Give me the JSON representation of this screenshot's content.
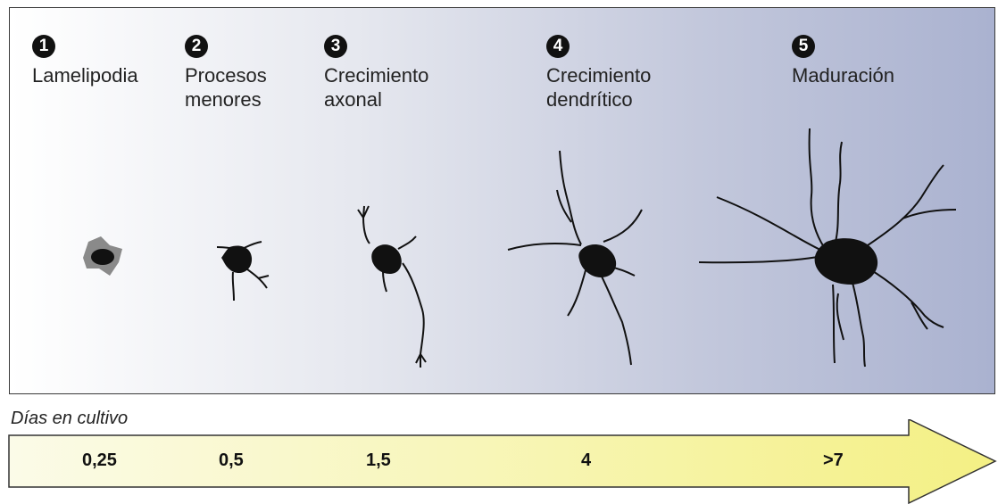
{
  "stages": [
    {
      "number": "1",
      "label": "Lamelipodia"
    },
    {
      "number": "2",
      "label": "Procesos\nmenores"
    },
    {
      "number": "3",
      "label": "Crecimiento\naxonal"
    },
    {
      "number": "4",
      "label": "Crecimiento\ndendrítico"
    },
    {
      "number": "5",
      "label": "Maduración"
    }
  ],
  "timeline": {
    "title": "Días en cultivo",
    "days": [
      "0,25",
      "0,5",
      "1,5",
      "4",
      ">7"
    ]
  },
  "colors": {
    "panel_gradient_start": "#ffffff",
    "panel_gradient_end": "#aab2d0",
    "arrow_gradient_start": "#fbfbe8",
    "arrow_gradient_end": "#f4f084",
    "neuron": "#111111",
    "lamellipodia": "#8a8a8a"
  }
}
